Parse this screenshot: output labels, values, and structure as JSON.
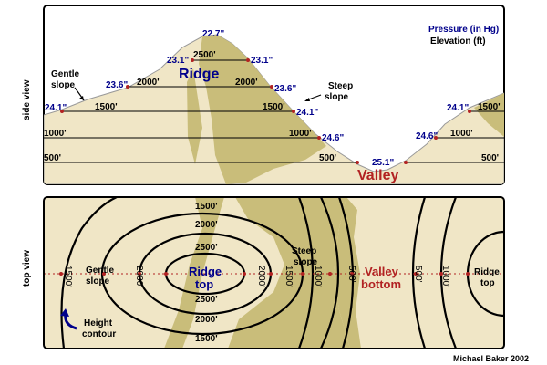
{
  "side_view": {
    "view_label": "side view",
    "legend_pressure": "Pressure (in Hg)",
    "legend_elevation": "Elevation (ft)",
    "ridge_label": "Ridge",
    "valley_label": "Valley",
    "gentle_slope": [
      "Gentle",
      "slope"
    ],
    "steep_slope": [
      "Steep",
      "slope"
    ],
    "elevations": {
      "e2500": "2500'",
      "e2000_left": "2000'",
      "e2000_right": "2000'",
      "e1500_left": "1500'",
      "e1500_right": "1500'",
      "e1500_far": "1500'",
      "e1000_left": "1000'",
      "e1000_mid": "1000'",
      "e1000_right": "1000'",
      "e500_left": "500'",
      "e500_mid": "500'",
      "e500_right": "500'"
    },
    "pressures": {
      "p_top": "22.7\"",
      "p2500_left": "23.1\"",
      "p2500_right": "23.1\"",
      "p2000_left": "23.6\"",
      "p2000_right": "23.6\"",
      "p1500_left": "24.1\"",
      "p1500_right": "24.1\"",
      "p1500_far": "24.1\"",
      "p1000_mid": "24.6\"",
      "p1000_right": "24.6\"",
      "p_valley": "25.1\""
    }
  },
  "top_view": {
    "view_label": "top view",
    "ridge_top": [
      "Ridge",
      "top"
    ],
    "valley_bottom": [
      "Valley",
      "bottom"
    ],
    "gentle_slope": [
      "Gentle",
      "slope"
    ],
    "steep_slope": [
      "Steep",
      "slope"
    ],
    "height_contour": [
      "Height",
      "contour"
    ],
    "right_ridge_top": [
      "Ridge",
      "top"
    ],
    "contours": {
      "c1500_top": "1500'",
      "c2000_top": "2000'",
      "c2500_top": "2500'",
      "c2500_bottom": "2500'",
      "c2000_bottom": "2000'",
      "c1500_bottom": "1500'",
      "v1500_left": "1500'",
      "v2000_left": "2000'",
      "v2000_right": "2000'",
      "v1500_right": "1500'",
      "v1000_right": "1000'",
      "v500_right": "500'",
      "v500_far": "500'",
      "v1000_far": "1000'"
    }
  },
  "credit": "Michael Baker 2002",
  "colors": {
    "ground_light": "#f0e6c6",
    "ground_dark": "#c9bd7a",
    "pressure_text": "#00008b",
    "accent_red": "#b22222"
  }
}
